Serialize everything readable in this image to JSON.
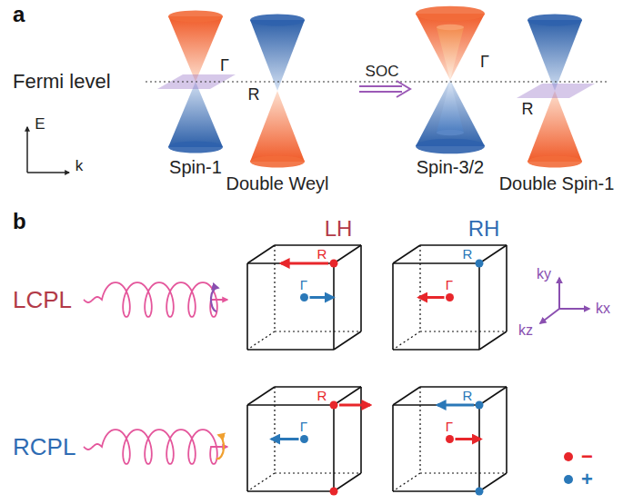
{
  "diagram": {
    "labels": [
      "a",
      "Fermi level",
      "Γ",
      "R",
      "SOC",
      "Γ",
      "R",
      "E",
      "k",
      "Spin-1",
      "Double Weyl",
      "Spin-3/2",
      "Double Spin-1",
      "b",
      "LH",
      "RH",
      "R",
      "R",
      "Γ",
      "Γ",
      "ky",
      "kx",
      "kz",
      "LCPL",
      "RCPL",
      "R",
      "R",
      "Γ",
      "Γ"
    ],
    "legend": [
      {
        "text": "−",
        "color": "#e8262b"
      },
      {
        "text": "+",
        "color": "#2a78b8"
      }
    ]
  }
}
